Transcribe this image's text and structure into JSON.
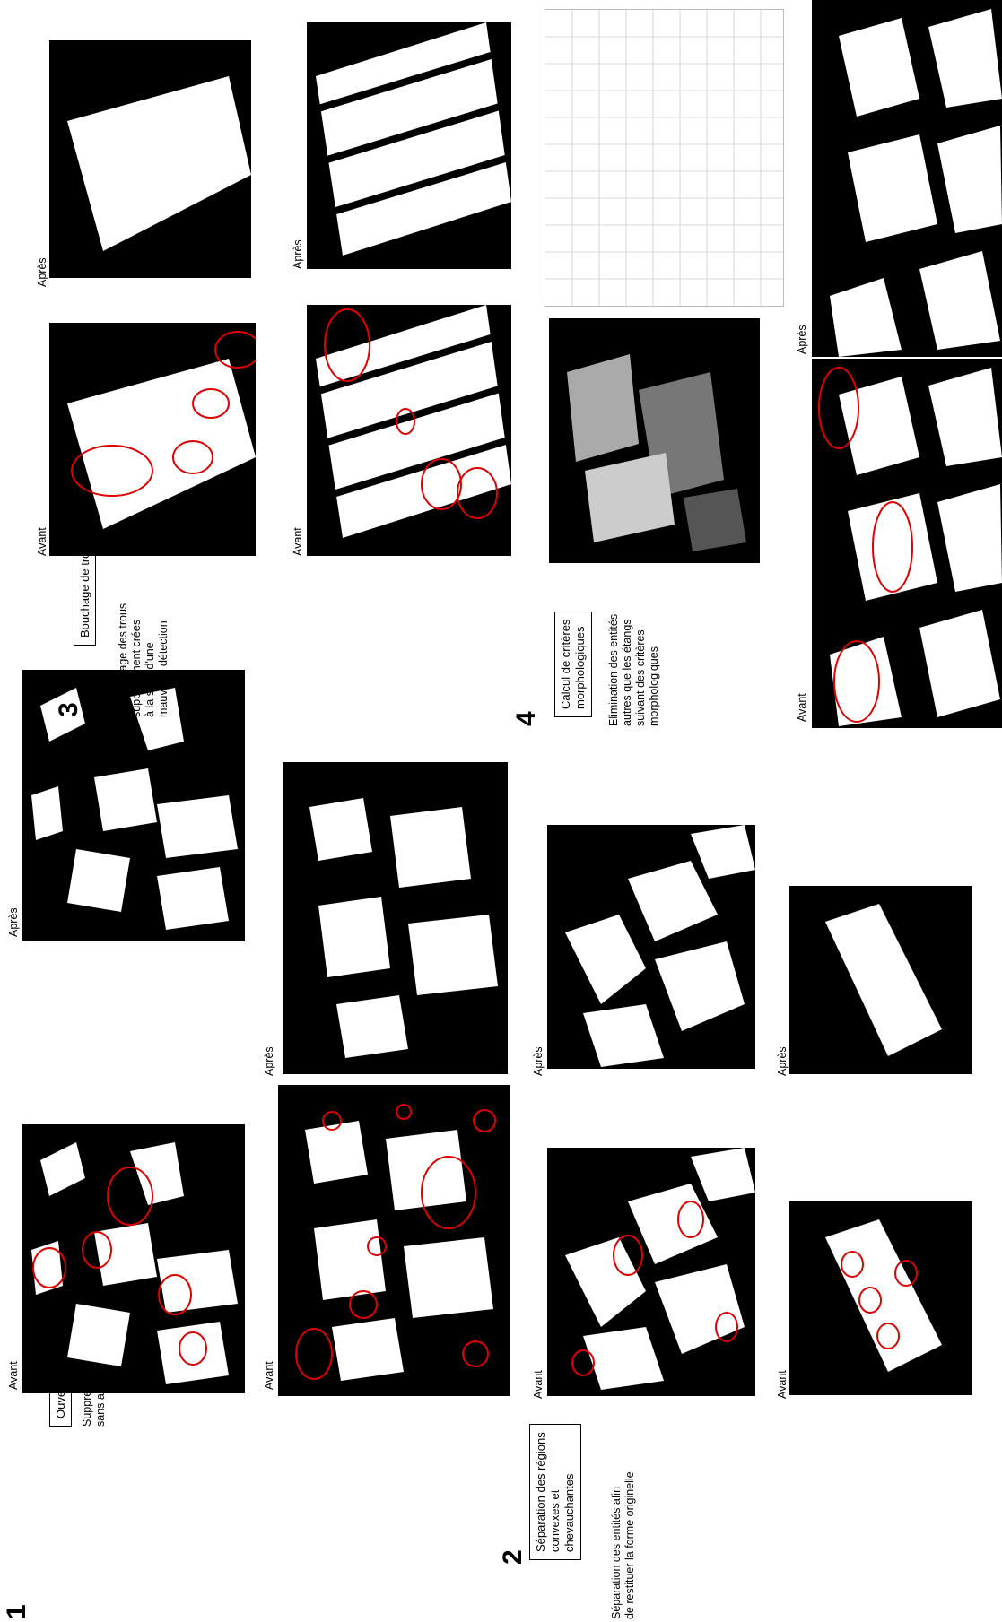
{
  "steps": [
    {
      "number": "1",
      "title": "Ouverture  par reconstruction",
      "description": [
        "Suppression des petites entités",
        "sans afecter les grosses"
      ]
    },
    {
      "number": "2",
      "title": [
        "Séparation des régions",
        "convexes et",
        "chevauchantes"
      ],
      "description": [
        "Séparation des entités afin",
        "de restituer la forme originelle"
      ]
    },
    {
      "number": "3",
      "title": "Bouchage de trous",
      "description": [
        "Remplissage des trous",
        "supposément crées",
        "à la suite d'une",
        "mauvaise détection"
      ]
    },
    {
      "number": "4",
      "title": [
        "Calcul de critères",
        "morphologiques"
      ],
      "description": [
        "Elimination des entités",
        "autres que les étangs",
        "suivant des critères",
        "morphologiques"
      ]
    }
  ],
  "labels": {
    "before": "Avant",
    "after": "Après"
  },
  "colors": {
    "background": "#000000",
    "foreground": "#ffffff",
    "circle": "#e00000"
  }
}
